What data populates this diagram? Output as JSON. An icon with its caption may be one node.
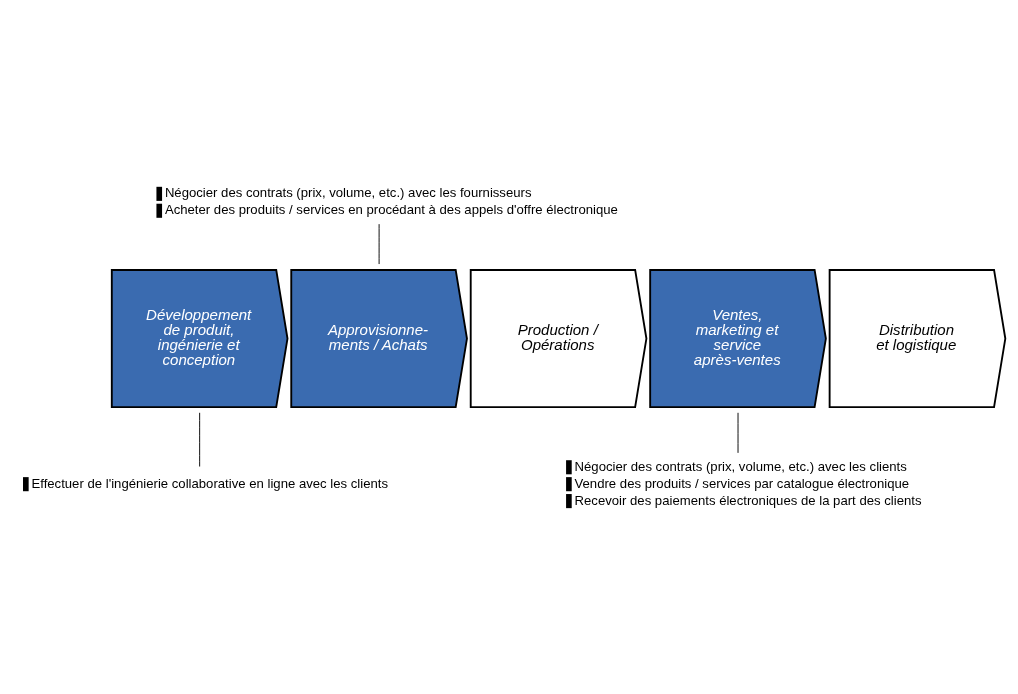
{
  "diagram": {
    "nodes": [
      {
        "text": [
          "Développement de produit, ingénierie et conception"
        ]
      },
      {
        "text": [
          "Approvisionne- ments / Achats"
        ]
      },
      {
        "text": [
          "Production / Opérations"
        ]
      },
      {
        "text": [
          "Ventes, marketing et service après-ventes"
        ]
      },
      {
        "text": [
          "Distribution et logistique"
        ]
      },
      {
        "text": [
          "Négocier des contrats (prix, volume, etc.) avec les fournisseurs",
          "Acheter des produits / services en procédant à des appels d'offre électronique"
        ]
      },
      {
        "text": [
          "Effectuer de l'ingénierie collaborative en ligne avec les clients"
        ]
      },
      {
        "text": [
          "Négocier des contrats (prix, volume, etc.) avec les clients",
          "Vendre des produits / services par catalogue électronique",
          "Recevoir des paiements électroniques de la part des clients"
        ]
      }
    ],
    "edges": [
      {
        "from": 5,
        "to": 1,
        "arrow": "none"
      },
      {
        "from": 6,
        "to": 0,
        "arrow": "none"
      },
      {
        "from": 7,
        "to": 3,
        "arrow": "none"
      }
    ]
  }
}
